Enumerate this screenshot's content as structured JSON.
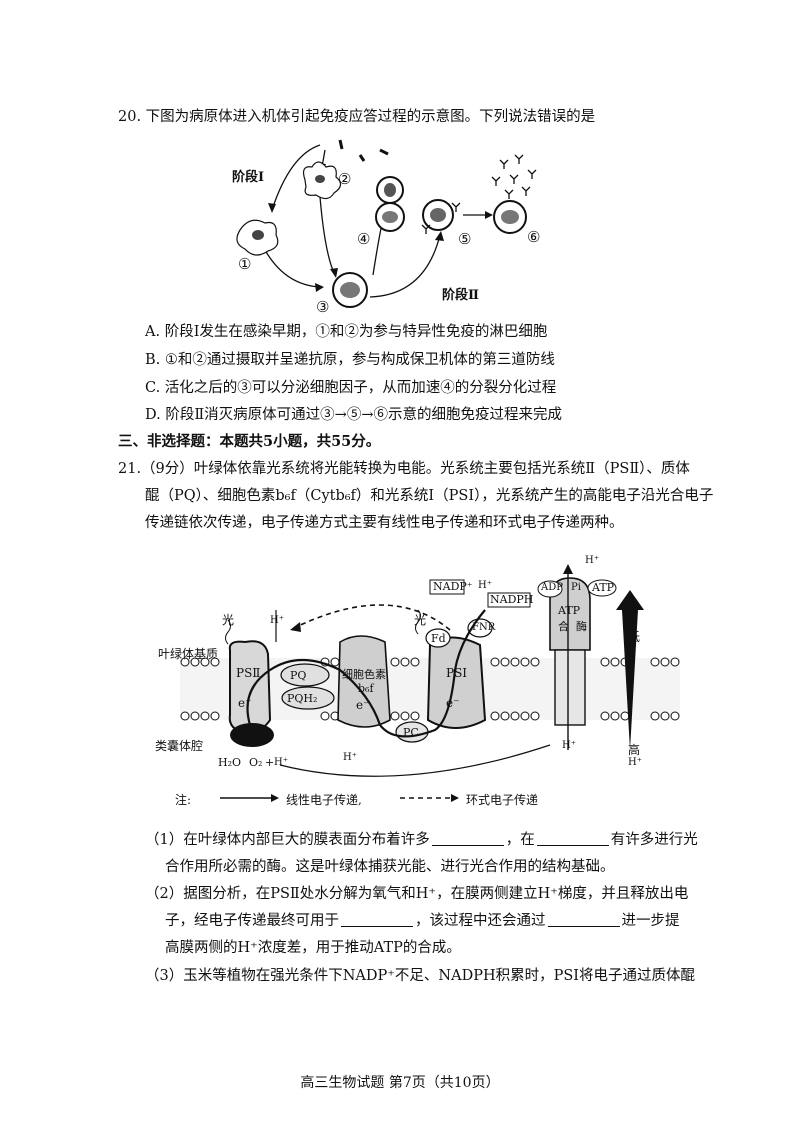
{
  "q20": {
    "stem": "20. 下图为病原体进入机体引起免疫应答过程的示意图。下列说法错误的是",
    "figure": {
      "stage1": "阶段Ⅰ",
      "stage2": "阶段Ⅱ",
      "n1": "①",
      "n2": "②",
      "n3": "③",
      "n4": "④",
      "n5": "⑤",
      "n6": "⑥"
    },
    "options": {
      "A": "A. 阶段Ⅰ发生在感染早期，①和②为参与特异性免疫的淋巴细胞",
      "B": "B. ①和②通过摄取并呈递抗原，参与构成保卫机体的第三道防线",
      "C": "C. 活化之后的③可以分泌细胞因子，从而加速④的分裂分化过程",
      "D": "D. 阶段Ⅱ消灭病原体可通过③→⑤→⑥示意的细胞免疫过程来完成"
    }
  },
  "section3": "三、非选择题：本题共5小题，共55分。",
  "q21": {
    "stem_l1": "21.（9分）叶绿体依靠光系统将光能转换为电能。光系统主要包括光系统Ⅱ（PSⅡ）、质体",
    "stem_l2": "醌（PQ）、细胞色素b₆f（Cytb₆f）和光系统Ⅰ（PSⅠ），光系统产生的高能电子沿光合电子",
    "stem_l3": "传递链依次传递，电子传递方式主要有线性电子传递和环式电子传递两种。",
    "figure": {
      "light1": "光",
      "light2": "光",
      "stroma": "叶绿体基质",
      "lumen": "类囊体腔",
      "ps2": "PSⅡ",
      "ps1": "PSⅠ",
      "pq": "PQ",
      "pqh2": "PQH₂",
      "cyt_l1": "细胞色素",
      "cyt_l2": "b₆f",
      "e1": "e⁻",
      "e2": "e⁻",
      "e3": "e⁻",
      "pc": "PC",
      "fd": "Fd",
      "fnr": "FNR",
      "nadp": "NADP⁺",
      "nadph": "NADPH",
      "adp": "ADP",
      "pi": "Pi",
      "atp": "ATP",
      "atp_l1": "ATP",
      "atp_l2": "合",
      "atp_l3": "酶",
      "h": "H⁺",
      "plus": "+",
      "h2o": "H₂O",
      "o2": "O₂",
      "low": "低",
      "high": "高",
      "note_prefix": "注:",
      "note_linear": "线性电子传递,",
      "note_cyclic": "环式电子传递"
    },
    "p1_a": "（1）在叶绿体内部巨大的膜表面分布着许多",
    "p1_b": "，在",
    "p1_c": "有许多进行光",
    "p1_d": "合作用所必需的酶。这是叶绿体捕获光能、进行光合作用的结构基础。",
    "p2_a": "（2）据图分析，在PSⅡ处水分解为氧气和H⁺，在膜两侧建立H⁺梯度，并且释放出电",
    "p2_b": "子，经电子传递最终可用于",
    "p2_c": "，该过程中还会通过",
    "p2_d": "进一步提",
    "p2_e": "高膜两侧的H⁺浓度差，用于推动ATP的合成。",
    "p3_a": "（3）玉米等植物在强光条件下NADP⁺不足、NADPH积累时，PSⅠ将电子通过质体醌"
  },
  "footer": "高三生物试题  第7页（共10页）"
}
